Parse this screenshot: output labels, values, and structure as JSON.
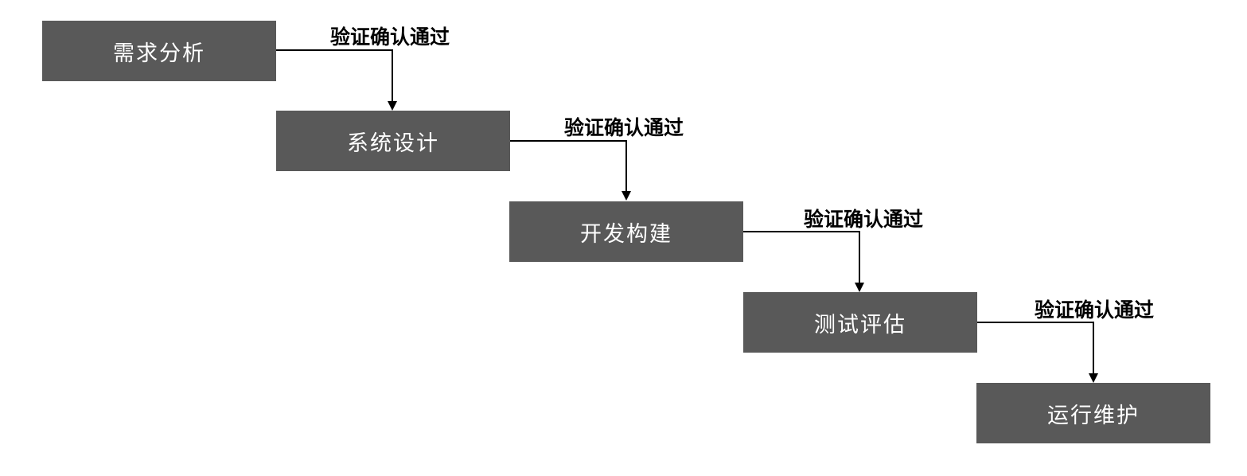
{
  "stages": [
    {
      "label": "需求分析"
    },
    {
      "label": "系统设计"
    },
    {
      "label": "开发构建"
    },
    {
      "label": "测试评估"
    },
    {
      "label": "运行维护"
    }
  ],
  "transitions": [
    {
      "label": "验证确认通过"
    },
    {
      "label": "验证确认通过"
    },
    {
      "label": "验证确认通过"
    },
    {
      "label": "验证确认通过"
    }
  ],
  "colors": {
    "stage_fill": "#595959",
    "stage_text": "#ffffff",
    "arrow": "#000000",
    "label_text": "#000000"
  }
}
